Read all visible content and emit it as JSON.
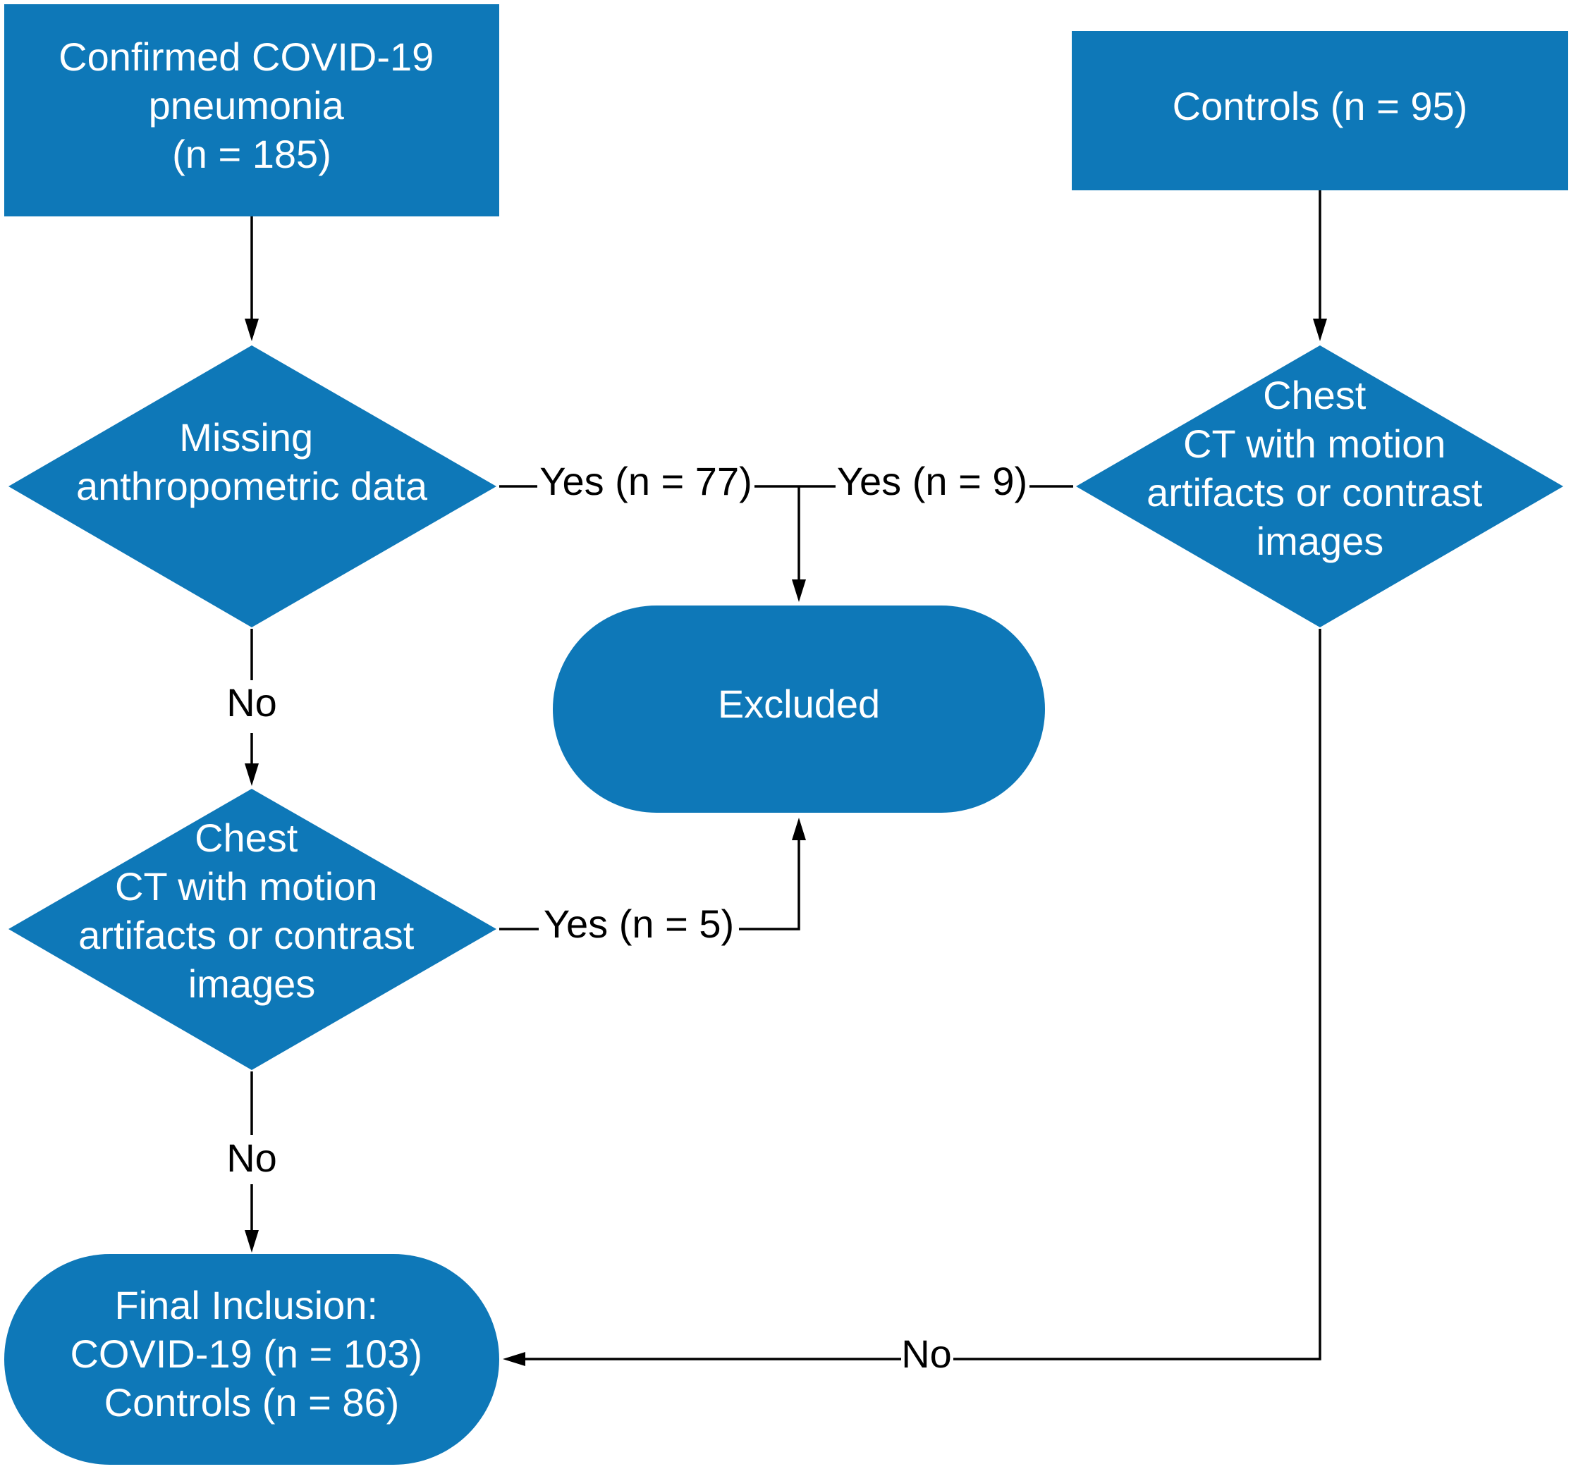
{
  "colors": {
    "node_fill": "#0e78b8",
    "node_text": "#ffffff",
    "line": "#000000",
    "background": "#ffffff"
  },
  "nodes": {
    "covid": {
      "lines": [
        "Confirmed COVID-19",
        "pneumonia",
        "(n = 185)"
      ]
    },
    "controls": {
      "lines": [
        "Controls (n = 95)"
      ]
    },
    "missing": {
      "lines": [
        "Missing",
        "anthropometric data"
      ]
    },
    "ct_left": {
      "lines": [
        "Chest",
        "CT with motion",
        "artifacts or contrast",
        "images"
      ]
    },
    "ct_right": {
      "lines": [
        "Chest",
        "CT with motion",
        "artifacts or contrast",
        "images"
      ]
    },
    "excluded": {
      "lines": [
        "Excluded"
      ]
    },
    "final": {
      "lines": [
        "Final Inclusion:",
        "COVID-19 (n = 103)",
        "Controls (n = 86)"
      ]
    }
  },
  "edges": {
    "missing_yes": "Yes (n = 77)",
    "ct_right_yes": "Yes (n = 9)",
    "missing_no": "No",
    "ct_left_yes": "Yes (n = 5)",
    "ct_left_no": "No",
    "ct_right_no": "No"
  }
}
